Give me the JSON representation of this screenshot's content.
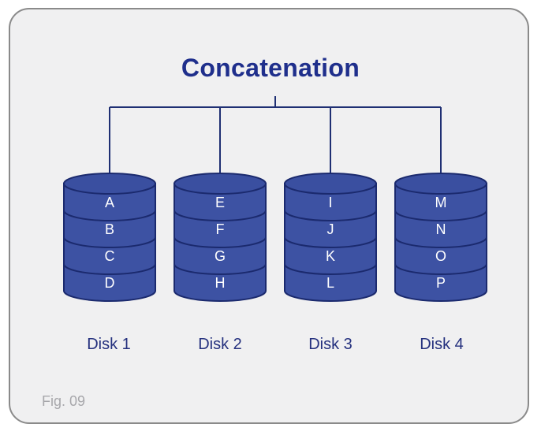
{
  "title": "Concatenation",
  "figure_label": "Fig. 09",
  "colors": {
    "disk_fill": "#3d52a3",
    "disk_top": "#3a4fa0",
    "disk_outline": "#1b2a6e",
    "title": "#1f2f8c",
    "connector": "#1f2f73"
  },
  "disks": [
    {
      "label": "Disk 1",
      "blocks": [
        "A",
        "B",
        "C",
        "D"
      ]
    },
    {
      "label": "Disk 2",
      "blocks": [
        "E",
        "F",
        "G",
        "H"
      ]
    },
    {
      "label": "Disk 3",
      "blocks": [
        "I",
        "J",
        "K",
        "L"
      ]
    },
    {
      "label": "Disk 4",
      "blocks": [
        "M",
        "N",
        "O",
        "P"
      ]
    }
  ]
}
